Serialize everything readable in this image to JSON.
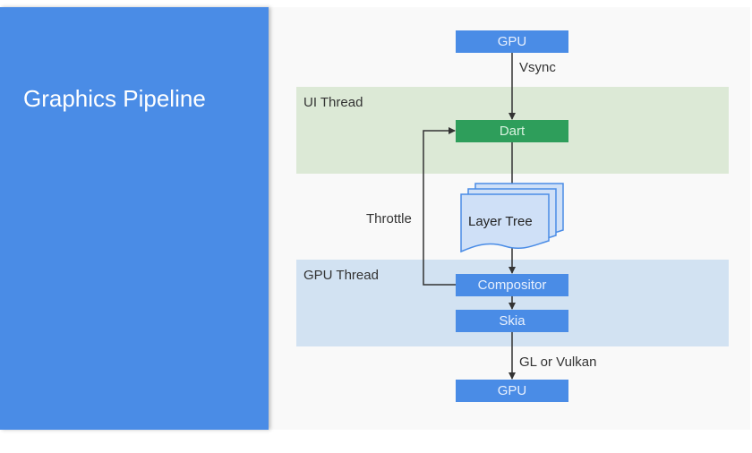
{
  "title": "Graphics Pipeline",
  "bands": {
    "ui_thread": "UI Thread",
    "gpu_thread": "GPU Thread"
  },
  "nodes": {
    "gpu_top": "GPU",
    "dart": "Dart",
    "layer_tree": "Layer Tree",
    "compositor": "Compositor",
    "skia": "Skia",
    "gpu_bottom": "GPU"
  },
  "edge_labels": {
    "vsync": "Vsync",
    "throttle": "Throttle",
    "gl_vulkan": "GL or Vulkan"
  },
  "colors": {
    "title_panel": "#4a8ce6",
    "node_blue": "#4a8ce6",
    "node_green": "#2e9e5b",
    "ui_band": "#dce9d6",
    "gpu_band": "#d2e2f2",
    "layer_tree_fill": "#cfe0f7"
  }
}
